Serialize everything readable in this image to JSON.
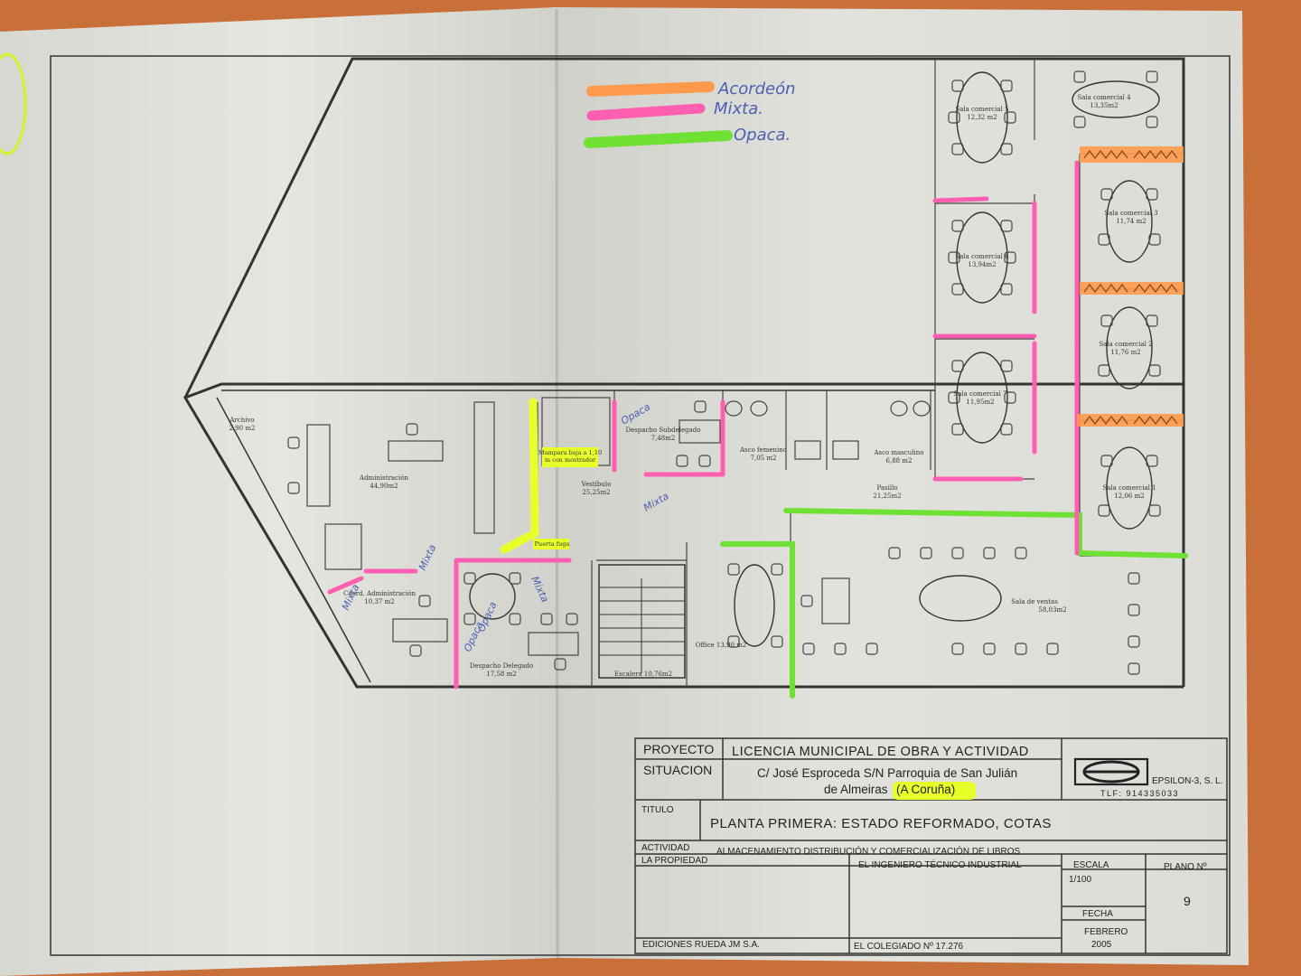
{
  "legend": {
    "items": [
      {
        "label": "Acordeón",
        "color": "#ff9a4d"
      },
      {
        "label": "Mixta.",
        "color": "#ff5fb0"
      },
      {
        "label": "Opaca.",
        "color": "#6fe034"
      }
    ]
  },
  "rooms": {
    "sala5": {
      "name": "Sala comercial 5",
      "area": "12,32 m2"
    },
    "sala4": {
      "name": "Sala comercial 4",
      "area": "13,35m2"
    },
    "sala3": {
      "name": "Sala comercial 3",
      "area": "11,74 m2"
    },
    "sala6": {
      "name": "Sala comercial 6",
      "area": "13,94m2"
    },
    "sala2": {
      "name": "Sala comercial 2",
      "area": "11,76 m2"
    },
    "sala7": {
      "name": "Sala comercial 7",
      "area": "11,95m2"
    },
    "sala1": {
      "name": "Sala comercial 1",
      "area": "12,06 m2"
    },
    "archivo": {
      "name": "Archivo",
      "area": "2,90 m2"
    },
    "administracion": {
      "name": "Administración",
      "area": "44,90m2"
    },
    "coord": {
      "name": "Coord. Administración",
      "area": "10,37 m2"
    },
    "delegado": {
      "name": "Despacho Delegado",
      "area": "17,58 m2"
    },
    "subdelegado": {
      "name": "Despacho Subdelegado",
      "area": "7,48m2"
    },
    "vestibulo": {
      "name": "Vestíbulo",
      "area": "25,25m2"
    },
    "asco_fem": {
      "name": "Asco femenino",
      "area": "7,05 m2"
    },
    "asco_masc": {
      "name": "Asco masculino",
      "area": "6,88 m2"
    },
    "pasillo": {
      "name": "Pasillo",
      "area": "21,25m2"
    },
    "office": {
      "name": "Office 13,90 m2"
    },
    "escalera": {
      "name": "Escalera 10,76m2"
    },
    "ventas": {
      "name": "Sala de ventas",
      "area": "58,03m2"
    }
  },
  "notes": {
    "mampara_1": "Mampara baja a 1,10",
    "mampara_2": "m con mostrador",
    "puerta": "Puerta fuga"
  },
  "handwritten": [
    "Mixta",
    "Mixta",
    "Opaca",
    "Mixta",
    "Opaca",
    "Mixta",
    "Opaca"
  ],
  "title_block": {
    "proyecto_label": "PROYECTO",
    "proyecto": "LICENCIA MUNICIPAL DE OBRA Y ACTIVIDAD",
    "situacion_label": "SITUACION",
    "situacion_1": "C/ José Esproceda S/N Parroquia de San Julián",
    "situacion_2a": "de Almeiras",
    "situacion_2b": "(A Coruña)",
    "company": "EPSILON-3, S. L.",
    "tlf": "TLF: 914335033",
    "titulo_label": "TITULO",
    "titulo": "PLANTA PRIMERA: ESTADO REFORMADO, COTAS",
    "actividad_label": "ACTIVIDAD",
    "actividad": "ALMACENAMIENTO DISTRIBUCIÓN Y COMERCIALIZACIÓN DE LIBROS",
    "propiedad_label": "LA PROPIEDAD",
    "ingeniero_label": "EL INGENIERO TÉCNICO INDUSTRIAL",
    "escala_label": "ESCALA",
    "escala": "1/100",
    "plano_label": "PLANO Nº",
    "plano": "9",
    "fecha_label": "FECHA",
    "fecha_1": "FEBRERO",
    "fecha_2": "2005",
    "editor": "EDICIONES RUEDA JM S.A.",
    "colegiado": "EL COLEGIADO Nº 17.276"
  }
}
